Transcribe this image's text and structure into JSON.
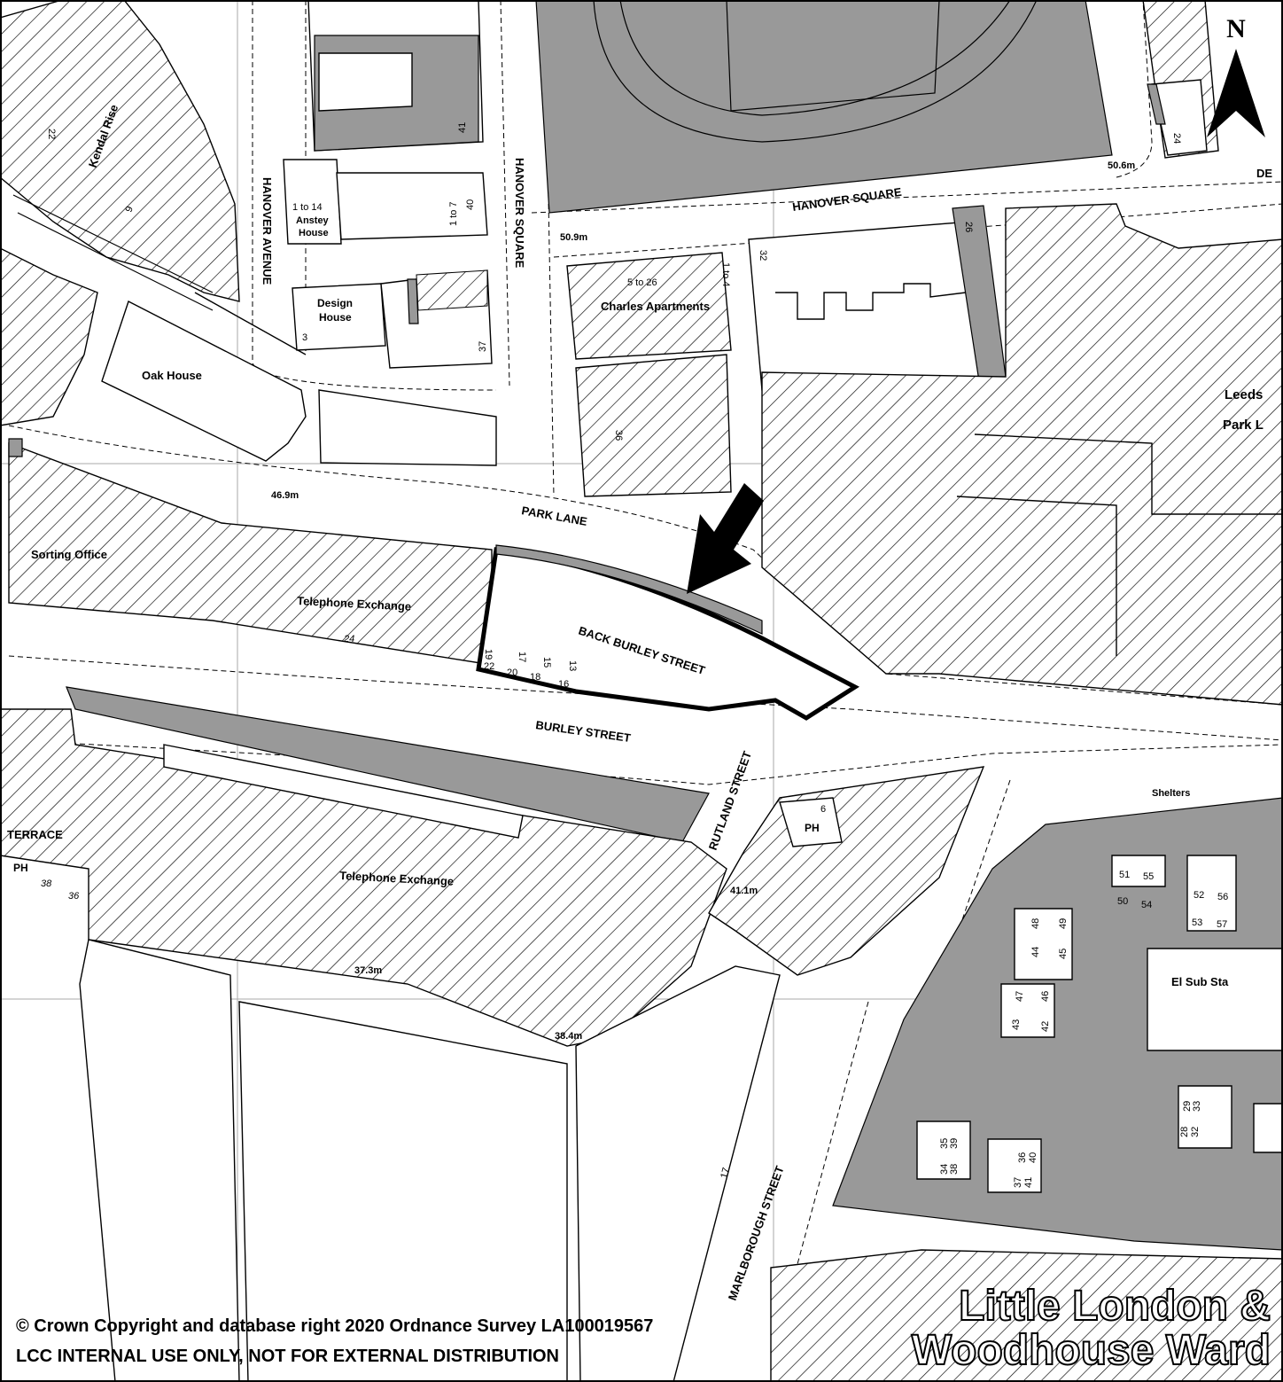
{
  "labels": {
    "hanover_square_top": "HANOVER SQUARE",
    "hanover_square_side": "HANOVER SQUARE",
    "hanover_avenue": "HANOVER AVENUE",
    "kendal_rise": "Kendal Rise",
    "park_lane": "PARK LANE",
    "back_burley_street": "BACK BURLEY STREET",
    "burley_street": "BURLEY STREET",
    "rutland_street": "RUTLAND STREET",
    "marlborough_street": "MARLBOROUGH STREET",
    "terrace": "TERRACE",
    "de": "DE",
    "oak_house": "Oak House",
    "design_house_1": "Design",
    "design_house_2": "House",
    "anstey_1": "1 to 14",
    "anstey_2": "Anstey",
    "anstey_3": "House",
    "charles_apartments": "Charles Apartments",
    "charles_numbers": "5 to 26",
    "sorting_office": "Sorting Office",
    "telephone_exchange_1": "Telephone Exchange",
    "telephone_exchange_2": "Telephone Exchange",
    "el_sub_sta": "El Sub Sta",
    "shelters": "Shelters",
    "leeds": "Leeds",
    "park_l": "Park L",
    "ph_1": "PH",
    "ph_2": "PH",
    "north": "N"
  },
  "spot_heights": [
    "50.9m",
    "50.6m",
    "46.9m",
    "41.1m",
    "37.3m",
    "38.4m"
  ],
  "house_numbers": {
    "n41": "41",
    "n1to7": "1 to 7",
    "n40": "40",
    "n37": "37",
    "n3": "3",
    "n24": "24",
    "n26": "26",
    "n32": "32",
    "n1to4": "1 to 4",
    "n36a": "36",
    "n22a": "22",
    "n9": "9",
    "n24b": "24",
    "n19": "19",
    "n17": "17",
    "n15": "15",
    "n13": "13",
    "n22": "22",
    "n20": "20",
    "n18": "18",
    "n16": "16",
    "n38": "38",
    "n36": "36",
    "n6": "6",
    "n17b": "17",
    "n51": "51",
    "n55": "55",
    "n50": "50",
    "n54": "54",
    "n52": "52",
    "n56": "56",
    "n53": "53",
    "n57": "57",
    "n48": "48",
    "n49": "49",
    "n44": "44",
    "n45": "45",
    "n47": "47",
    "n46": "46",
    "n43": "43",
    "n42": "42",
    "n29": "29",
    "n33": "33",
    "n28": "28",
    "n32b": "32",
    "n35": "35",
    "n39": "39",
    "n34": "34",
    "n38b": "38",
    "n36b": "36",
    "n40b": "40",
    "n37b": "37",
    "n41b": "41"
  },
  "footer": {
    "copyright": "© Crown Copyright and database right 2020  Ordnance Survey LA100019567",
    "internal": "LCC INTERNAL USE ONLY,  NOT FOR EXTERNAL DISTRIBUTION"
  },
  "ward": {
    "line1": "Little London &",
    "line2": "Woodhouse Ward"
  },
  "colors": {
    "building_grey": "#999999",
    "hatch": "#000000",
    "background": "#ffffff"
  }
}
